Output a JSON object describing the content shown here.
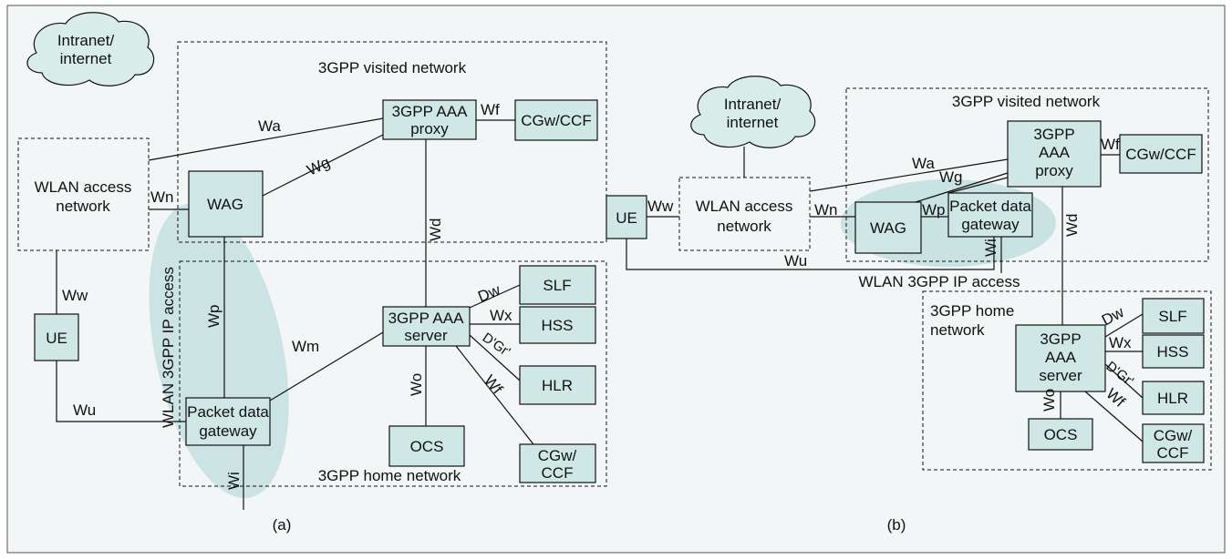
{
  "a": {
    "caption": "(a)",
    "cloud": [
      "Intranet/",
      "internet"
    ],
    "visited_title": "3GPP visited network",
    "home_title": "3GPP home network",
    "wlan_an": [
      "WLAN access",
      "network"
    ],
    "aaa_proxy": [
      "3GPP AAA",
      "proxy"
    ],
    "cgw_ccf_1": "CGw/CCF",
    "wag": "WAG",
    "ue": "UE",
    "pdg": [
      "Packet data",
      "gateway"
    ],
    "aaa_server": [
      "3GPP AAA",
      "server"
    ],
    "slf": "SLF",
    "hss": "HSS",
    "hlr": "HLR",
    "ocs": "OCS",
    "cgw_ccf_2": [
      "CGw/",
      "CCF"
    ],
    "wlan_ip_access": "WLAN 3GPP IP access",
    "ref": {
      "wa": "Wa",
      "wf": "Wf",
      "wg": "Wg",
      "wn": "Wn",
      "wd": "Wd",
      "ww": "Ww",
      "wp": "Wp",
      "wm": "Wm",
      "wu": "Wu",
      "wi": "Wi",
      "dw": "Dw",
      "wx": "Wx",
      "dgr": "D'Gr'",
      "wo": "Wo",
      "wf2": "Wf"
    }
  },
  "b": {
    "caption": "(b)",
    "cloud": [
      "Intranet/",
      "internet"
    ],
    "visited_title": "3GPP visited network",
    "home_title": [
      "3GPP home",
      "network"
    ],
    "wlan_an": [
      "WLAN access",
      "network"
    ],
    "aaa_proxy": [
      "3GPP",
      "AAA",
      "proxy"
    ],
    "cgw_ccf_1": "CGw/CCF",
    "wag": "WAG",
    "ue": "UE",
    "pdg": [
      "Packet data",
      "gateway"
    ],
    "aaa_server": [
      "3GPP",
      "AAA",
      "server"
    ],
    "slf": "SLF",
    "hss": "HSS",
    "hlr": "HLR",
    "ocs": "OCS",
    "cgw_ccf_2": [
      "CGw/",
      "CCF"
    ],
    "wlan_ip_access": "WLAN 3GPP IP access",
    "ref": {
      "wa": "Wa",
      "wf": "Wf",
      "wg": "Wg",
      "wn": "Wn",
      "ww": "Ww",
      "wp": "Wp",
      "wd": "Wd",
      "wi": "Wi",
      "wu": "Wu",
      "dw": "Dw",
      "wx": "Wx",
      "dgr": "D'Gr'",
      "wo": "Wo",
      "wf2": "Wf"
    }
  }
}
